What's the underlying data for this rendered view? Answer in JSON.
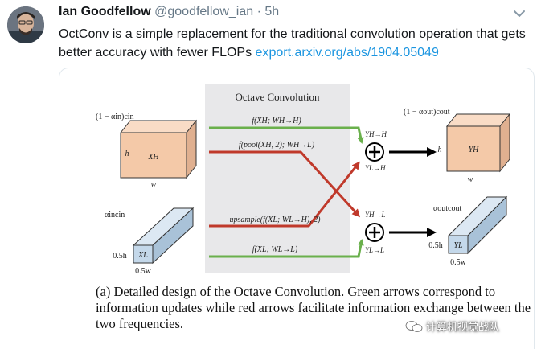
{
  "tweet": {
    "author_name": "Ian Goodfellow",
    "handle": "@goodfellow_ian",
    "separator": "·",
    "time": "5h",
    "text": "OctConv is a simple replacement for the traditional convolution operation that gets better accuracy with fewer FLOPs",
    "link": "export.arxiv.org/abs/1904.05049"
  },
  "figure": {
    "title": "Octave Convolution",
    "input_high_channels": "(1 − αin)cin",
    "input_high_tensor": "XH",
    "input_high_h": "h",
    "input_high_w": "w",
    "input_low_channels": "αincin",
    "input_low_tensor": "XL",
    "input_low_h": "0.5h",
    "input_low_w": "0.5w",
    "path_hh": "f(XH; WH→H)",
    "path_hl": "f(pool(XH, 2); WH→L)",
    "path_lh": "upsample(f(XL; WL→H), 2)",
    "path_ll": "f(XL; WL→L)",
    "sum_high_top": "YH→H",
    "sum_high_bottom": "YL→H",
    "sum_low_top": "YH→L",
    "sum_low_bottom": "YL→L",
    "output_high_channels": "(1 − αout)cout",
    "output_high_tensor": "YH",
    "output_high_h": "h",
    "output_high_w": "w",
    "output_low_channels": "αoutcout",
    "output_low_tensor": "YL",
    "output_low_h": "0.5h",
    "output_low_w": "0.5w",
    "caption": "(a) Detailed design of the Octave Convolution. Green arrows correspond to information updates while red arrows facilitate information exchange between the two frequencies."
  },
  "watermark": {
    "text": "计算机视觉战队"
  },
  "colors": {
    "green_arrow": "#6ab04c",
    "red_arrow": "#c0392b",
    "high_block": "#f4c9a8",
    "low_block": "#c4d8ea",
    "link": "#1b95e0"
  }
}
